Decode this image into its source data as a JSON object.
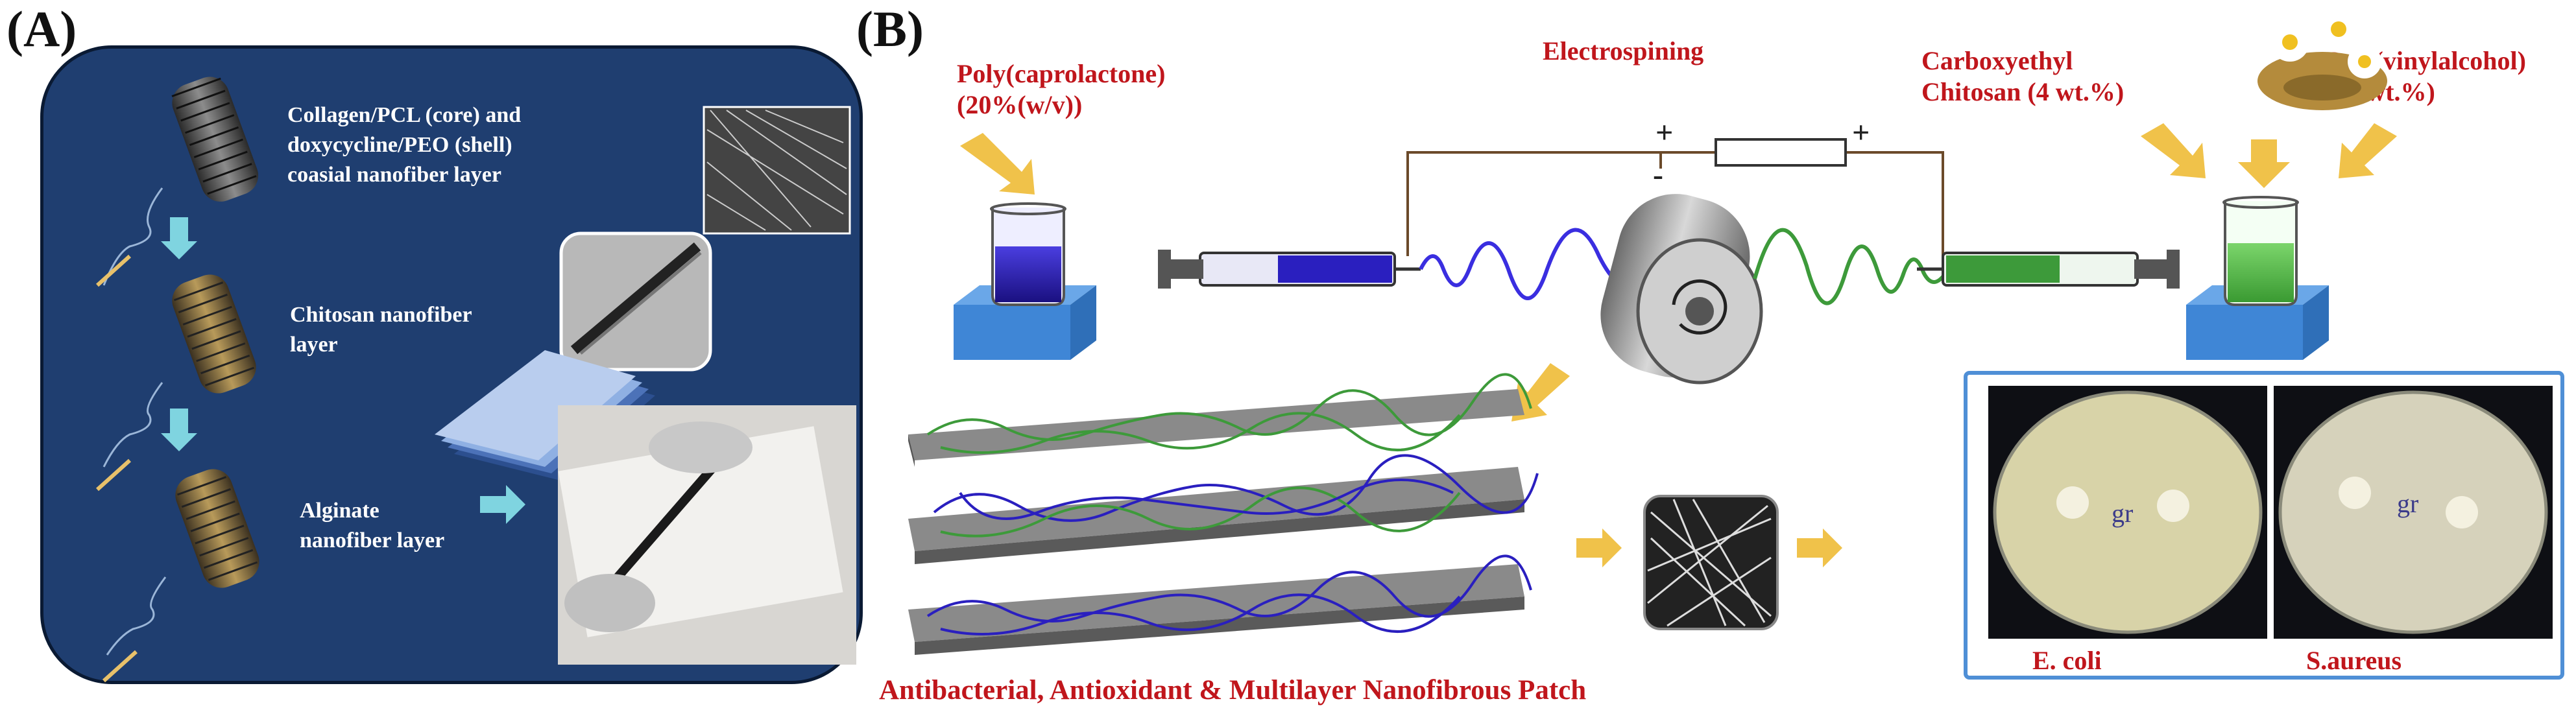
{
  "panel_a": {
    "label": "(A)",
    "layers": [
      {
        "line1": "Collagen/PCL (core) and",
        "line2": "doxycycline/PEO (shell)",
        "line3": "coasial nanofiber layer"
      },
      {
        "line1": "Chitosan nanofiber",
        "line2": "layer"
      },
      {
        "line1": "Alginate",
        "line2": "nanofiber layer"
      }
    ]
  },
  "panel_b": {
    "label": "(B)",
    "left_material": {
      "line1": "Poly(caprolactone)",
      "line2": "(20%(w/v))"
    },
    "process": "Electrospining",
    "polarity": {
      "left": "+",
      "right": "+",
      "center": "-"
    },
    "right_material_1": {
      "line1": "Carboxyethyl",
      "line2": "Chitosan (4 wt.%)"
    },
    "right_material_2": {
      "line1": "Poly(vinylalcohol)",
      "line2": "(10 wt.%)"
    },
    "patch_caption": "Antibacterial, Antioxidant & Multilayer Nanofibrous Patch",
    "plates": [
      "E. coli",
      "S.aureus"
    ],
    "colors": {
      "accent_red": "#c0161c",
      "pcl_blue": "#2a1fbf",
      "chitosan_green": "#3d9a3a",
      "arrow_gold": "#f0c24a"
    }
  }
}
